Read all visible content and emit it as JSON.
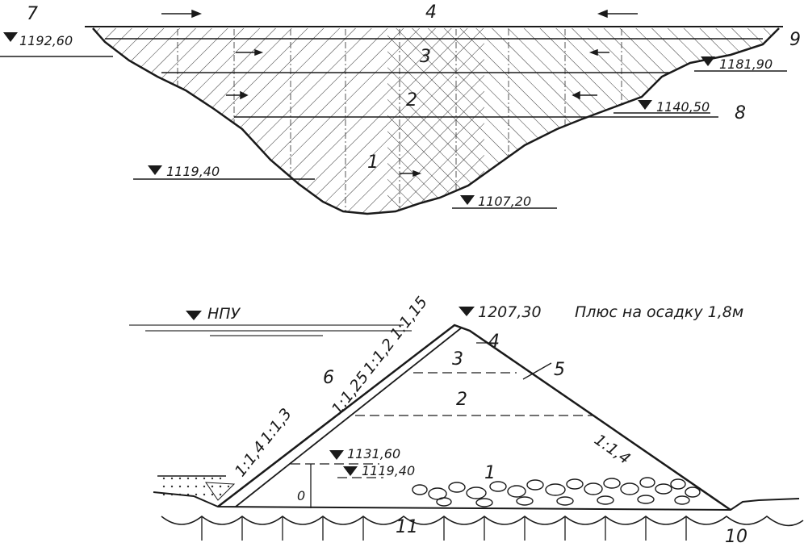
{
  "cross_section": {
    "elevations": {
      "left_crest": "1192,60",
      "right_bank": "1181,90",
      "right_mid": "1140,50",
      "left_low": "1119,40",
      "bottom": "1107,20"
    },
    "zones": [
      "1",
      "2",
      "3",
      "4"
    ],
    "callouts": {
      "left_bank": "7",
      "right_crest": "9",
      "right_mid": "8"
    }
  },
  "dam_profile": {
    "water_label": "НПУ",
    "crest_elevation": "1207,30",
    "crest_note": "Плюс на осадку 1,8м",
    "zones": [
      "1",
      "2",
      "3",
      "4"
    ],
    "callouts": {
      "upstream_face": "6",
      "downstream_face": "5",
      "base_left": "11",
      "base_right": "10",
      "core": "0"
    },
    "upstream_slopes": [
      "1:1,4",
      "1:1,3",
      "1:1,25",
      "1:1,2",
      "1:1,15"
    ],
    "downstream_slope": "1:1,4",
    "elevations": {
      "upper": "1131,60",
      "lower": "1119,40"
    }
  }
}
